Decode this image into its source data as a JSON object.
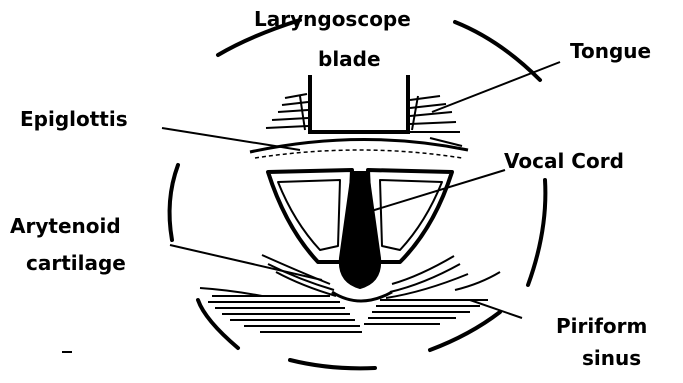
{
  "labels": {
    "blade_line1": "Laryngoscope",
    "blade_line2": "blade",
    "tongue": "Tongue",
    "epiglottis": "Epiglottis",
    "vocal_cord": "Vocal Cord",
    "arytenoid_line1": "Arytenoid",
    "arytenoid_line2": "cartilage",
    "piriform_line1": "Piriform",
    "piriform_line2": "sinus"
  },
  "colors": {
    "ink": "#000000",
    "paper": "#ffffff"
  }
}
